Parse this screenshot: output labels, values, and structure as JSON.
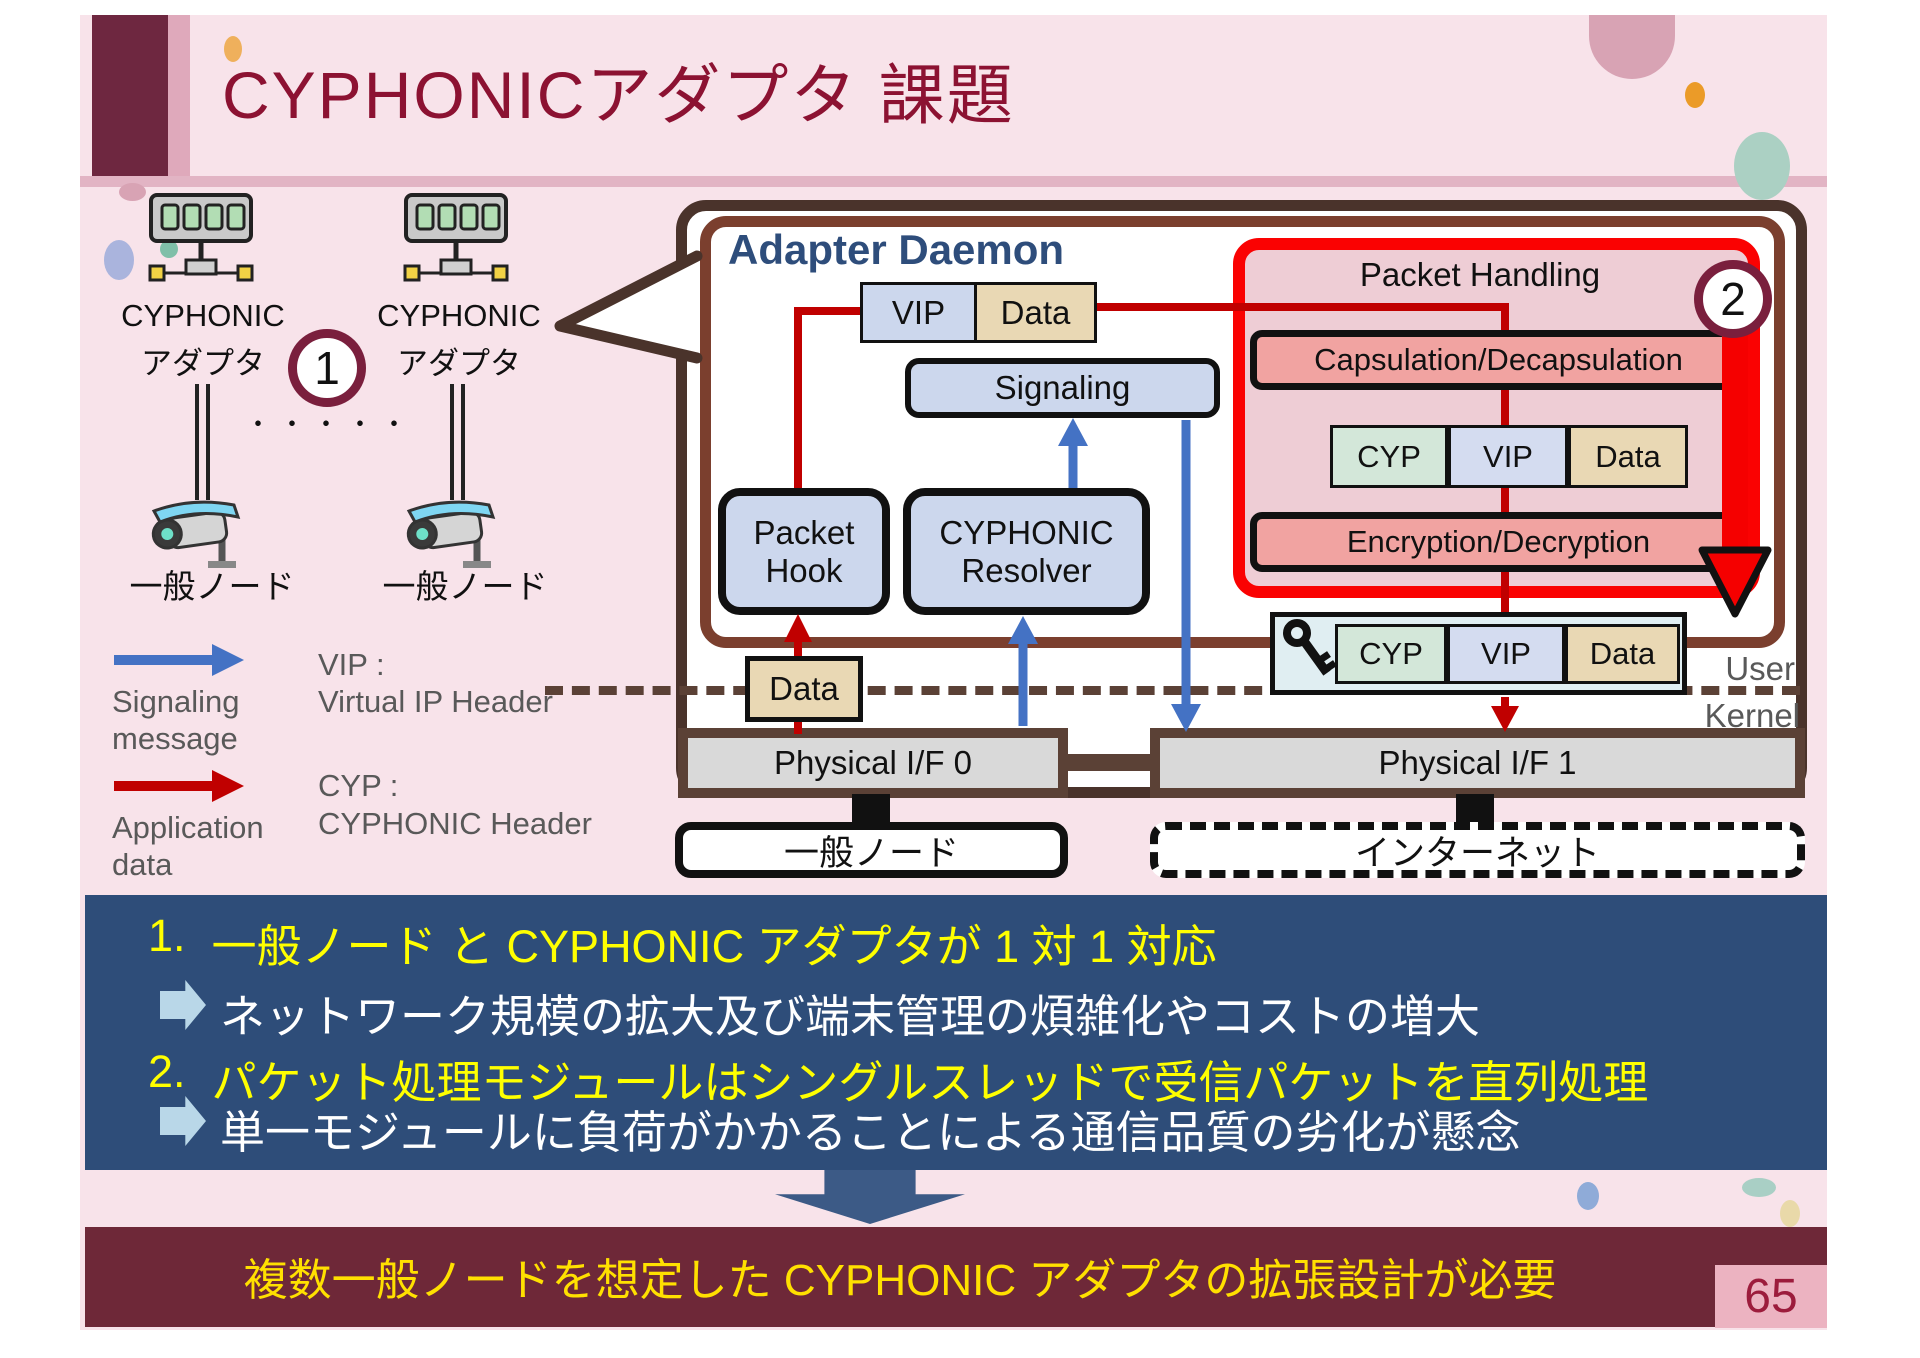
{
  "slide": {
    "title": "CYPHONICアダプタ 課題",
    "page_number": "65",
    "footer_message": "複数一般ノードを想定した CYPHONIC アダプタの拡張設計が必要"
  },
  "left_panel": {
    "adapter1": {
      "line1": "CYPHONIC",
      "line2": "アダプタ"
    },
    "adapter2": {
      "line1": "CYPHONIC",
      "line2": "アダプタ"
    },
    "circle1": "1",
    "dots": "・・・・・",
    "node1": "一般ノード",
    "node2": "一般ノード",
    "legend": {
      "signaling_l1": "Signaling",
      "signaling_l2": "message",
      "vip_term": "VIP :",
      "vip_def": "Virtual IP Header",
      "app_l1": "Application",
      "app_l2": "data",
      "cyp_term": "CYP :",
      "cyp_def": "CYPHONIC Header"
    }
  },
  "daemon": {
    "title": "Adapter Daemon",
    "top_packet": {
      "vip": "VIP",
      "data": "Data"
    },
    "signaling_box": "Signaling",
    "packet_hook": [
      "Packet",
      "Hook"
    ],
    "resolver": [
      "CYPHONIC",
      "Resolver"
    ],
    "packet_handling": {
      "title": "Packet Handling",
      "circle2": "2",
      "capsulation": "Capsulation/Decapsulation",
      "packet": {
        "cyp": "CYP",
        "vip": "VIP",
        "data": "Data"
      },
      "encryption": "Encryption/Decryption"
    },
    "key_packet": {
      "cyp": "CYP",
      "vip": "VIP",
      "data": "Data"
    },
    "data_box": "Data",
    "user_label": "User",
    "kernel_label": "Kernel",
    "pif0": "Physical I/F 0",
    "pif1": "Physical I/F 1",
    "general_node": "一般ノード",
    "internet": "インターネット"
  },
  "issues": {
    "item1_no": "1.",
    "item1_text": "一般ノード と CYPHONIC アダプタが 1 対 1 対応",
    "item1_consequence": "ネットワーク規模の拡大及び端末管理の煩雑化やコストの増大",
    "item2_no": "2.",
    "item2_text": "パケット処理モジュールはシングルスレッドで受信パケットを直列処理",
    "item2_consequence": "単一モジュールに負荷がかかることによる通信品質の劣化が懸念"
  },
  "colors": {
    "slide_bg": "#f8e3ea",
    "maroon": "#6e2740",
    "title_text": "#8c1232",
    "navy_panel": "#2e4d79",
    "highlight_yellow": "#ffff00",
    "footer_yellow": "#ffe000",
    "bubble_outer_border": "#4a332b",
    "bubble_inner_border": "#7b3f2e",
    "packet_handling_border": "#fa0202",
    "signal_blue": "#4472c4",
    "app_red": "#c00000"
  }
}
